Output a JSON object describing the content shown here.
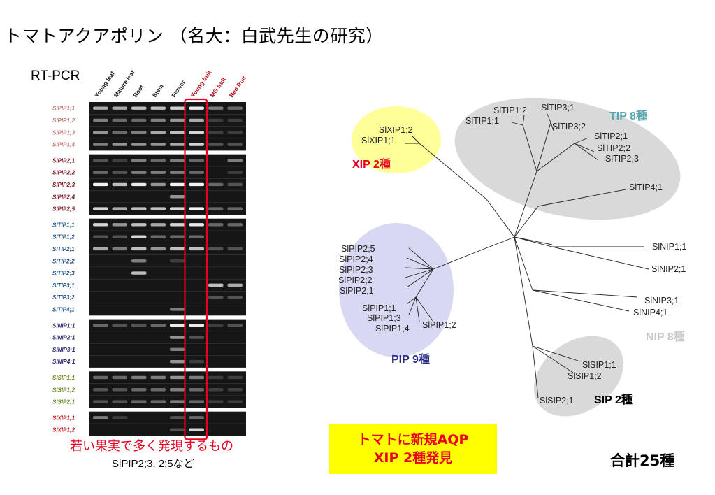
{
  "title": "トマトアクアポリン （名大：白武先生の研究）",
  "rtpcr_label": "RT-PCR",
  "gel": {
    "tissues": [
      "Young leaf",
      "Mature leaf",
      "Root",
      "Stem",
      "Flower",
      "Young fruit",
      "MG fruit",
      "Red fruit"
    ],
    "tissue_colors": [
      "#222222",
      "#222222",
      "#222222",
      "#222222",
      "#222222",
      "#b0141c",
      "#b0141c",
      "#b0141c"
    ],
    "groups": [
      {
        "color": "#c07878",
        "genes": [
          "SlPIP1;1",
          "SlPIP1;2",
          "SlPIP1;3",
          "SlPIP1;4"
        ]
      },
      {
        "color": "#7a1020",
        "genes": [
          "SlPIP2;1",
          "SlPIP2;2",
          "SlPIP2;3",
          "SlPIP2;4",
          "SlPIP2;5"
        ]
      },
      {
        "color": "#1f4f8a",
        "genes": [
          "SlTIP1;1",
          "SlTIP1;2",
          "SlTIP2;1",
          "SlTIP2;2",
          "SlTIP2;3",
          "SlTIP3;1",
          "SlTIP3;2",
          "SlTIP4;1"
        ]
      },
      {
        "color": "#2a2a70",
        "genes": [
          "SlNIP1;1",
          "SlNIP2;1",
          "SlNIP3;1",
          "SlNIP4;1"
        ]
      },
      {
        "color": "#6a8a20",
        "genes": [
          "SlSIP1;1",
          "SlSIP1;2",
          "SlSIP2;1"
        ]
      },
      {
        "color": "#c01020",
        "genes": [
          "SlXIP1;1",
          "SlXIP1;2"
        ]
      }
    ],
    "intensities": [
      [
        0.6,
        0.6,
        0.7,
        0.7,
        0.8,
        0.9,
        0.4,
        0.3
      ],
      [
        0.4,
        0.3,
        0.3,
        0.4,
        0.5,
        0.6,
        0.1,
        0.1
      ],
      [
        0.5,
        0.3,
        0.4,
        0.6,
        0.7,
        0.8,
        0.1,
        0.1
      ],
      [
        0.4,
        0.5,
        0.5,
        0.5,
        0.6,
        0.8,
        0.2,
        0.2
      ],
      [
        0.2,
        0.1,
        0.4,
        0.3,
        0.4,
        0.3,
        0.0,
        0.4
      ],
      [
        0.3,
        0.2,
        0.4,
        0.4,
        0.4,
        0.3,
        0.0,
        0.1
      ],
      [
        0.95,
        0.7,
        0.9,
        0.5,
        0.95,
        0.95,
        0.3,
        0.2
      ],
      [
        0.0,
        0.0,
        0.0,
        0.0,
        0.5,
        0.0,
        0.0,
        0.0
      ],
      [
        0.8,
        0.6,
        0.7,
        0.7,
        0.8,
        0.95,
        0.3,
        0.3
      ],
      [
        0.8,
        0.5,
        0.7,
        0.6,
        0.8,
        0.9,
        0.3,
        0.3
      ],
      [
        0.2,
        0.2,
        0.8,
        0.3,
        0.3,
        0.3,
        0.0,
        0.0
      ],
      [
        0.6,
        0.4,
        0.7,
        0.5,
        0.7,
        0.7,
        0.2,
        0.2
      ],
      [
        0.0,
        0.0,
        0.4,
        0.0,
        0.1,
        0.0,
        0.0,
        0.0
      ],
      [
        0.0,
        0.0,
        0.7,
        0.0,
        0.0,
        0.0,
        0.0,
        0.0
      ],
      [
        0.0,
        0.0,
        0.0,
        0.0,
        0.0,
        0.0,
        0.7,
        0.6
      ],
      [
        0.0,
        0.0,
        0.0,
        0.0,
        0.0,
        0.0,
        0.2,
        0.2
      ],
      [
        0.0,
        0.0,
        0.0,
        0.0,
        0.4,
        0.0,
        0.0,
        0.0
      ],
      [
        0.3,
        0.2,
        0.2,
        0.3,
        0.9,
        0.9,
        0.1,
        0.2
      ],
      [
        0.0,
        0.0,
        0.0,
        0.0,
        0.5,
        0.2,
        0.0,
        0.0
      ],
      [
        0.0,
        0.0,
        0.0,
        0.0,
        0.4,
        0.0,
        0.0,
        0.0
      ],
      [
        0.0,
        0.0,
        0.0,
        0.0,
        0.5,
        0.1,
        0.0,
        0.0
      ],
      [
        0.3,
        0.3,
        0.4,
        0.4,
        0.5,
        0.4,
        0.1,
        0.1
      ],
      [
        0.2,
        0.2,
        0.3,
        0.3,
        0.4,
        0.3,
        0.1,
        0.1
      ],
      [
        0.2,
        0.2,
        0.3,
        0.3,
        0.4,
        0.3,
        0.1,
        0.1
      ],
      [
        0.4,
        0.1,
        0.0,
        0.0,
        0.2,
        0.3,
        0.0,
        0.0
      ],
      [
        0.0,
        0.0,
        0.0,
        0.0,
        0.2,
        0.8,
        0.0,
        0.0
      ]
    ],
    "highlight_column": "Young fruit",
    "highlight_color": "#e8001c"
  },
  "caption": {
    "red": "若い果実で多く発現するもの",
    "black": "SiPIP2;3,  2;5など"
  },
  "tree": {
    "groups": [
      {
        "label": "XIP 2種",
        "color": "#e8001c",
        "fill": "#ffff99",
        "leaves": [
          "SlXIP1;2",
          "SlXIP1;1"
        ]
      },
      {
        "label": "TIP 8種",
        "color": "#5aa6b0",
        "fill": "#d9d9d9",
        "leaves": [
          "SlTIP1;2",
          "SlTIP1;1",
          "SlTIP3;1",
          "SlTIP3;2",
          "SlTIP2;1",
          "SlTIP2;2",
          "SlTIP2;3",
          "SlTIP4;1"
        ]
      },
      {
        "label": "PIP 9種",
        "color": "#2b2b88",
        "fill": "#d8d8f2",
        "leaves": [
          "SlPIP2;5",
          "SlPIP2;4",
          "SlPIP2;3",
          "SlPIP2;2",
          "SlPIP2;1",
          "SlPIP1;1",
          "SlPIP1;3",
          "SlPIP1;4",
          "SlPIP1;2"
        ]
      },
      {
        "label": "NIP 8種",
        "color": "#c8c8c8",
        "fill": "none",
        "leaves": [
          "SlNIP1;1",
          "SlNIP2;1",
          "SlNIP3;1",
          "SlNIP4;1"
        ]
      },
      {
        "label": "SIP 2種",
        "color": "#000000",
        "fill": "#d9d9d9",
        "leaves": [
          "SlSIP1;1",
          "SlSIP1;2",
          "SlSIP2;1"
        ]
      }
    ]
  },
  "finding": {
    "line1": "トマトに新規AQP",
    "line2": "XIP 2種発見"
  },
  "total": "合計25種"
}
